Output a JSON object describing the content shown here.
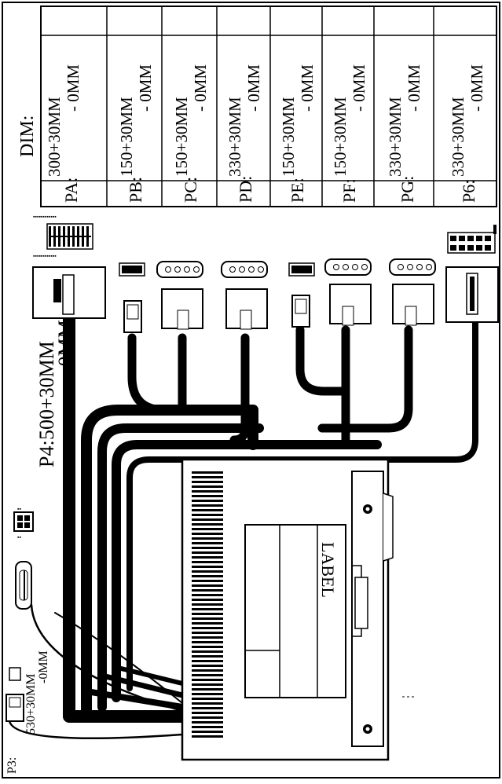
{
  "dim_table": {
    "header": "DIM:",
    "rows": [
      {
        "name": "PA:",
        "length": "300+30MM",
        "tolerance": "- 0MM"
      },
      {
        "name": "PB:",
        "length": "150+30MM",
        "tolerance": "- 0MM"
      },
      {
        "name": "PC:",
        "length": "150+30MM",
        "tolerance": "- 0MM"
      },
      {
        "name": "PD:",
        "length": "330+30MM",
        "tolerance": "- 0MM"
      },
      {
        "name": "PE:",
        "length": "150+30MM",
        "tolerance": "- 0MM"
      },
      {
        "name": "PF:",
        "length": "150+30MM",
        "tolerance": "- 0MM"
      },
      {
        "name": "PG:",
        "length": "330+30MM",
        "tolerance": "- 0MM"
      },
      {
        "name": "P6:",
        "length": "330+30MM",
        "tolerance": "- 0MM"
      }
    ]
  },
  "p4": {
    "name": "P4:",
    "length": "500+30MM",
    "tolerance": "-0MM"
  },
  "p3": {
    "name": "P3:",
    "length": "530+30MM",
    "tolerance": "-0MM"
  },
  "psu_label": "LABEL"
}
